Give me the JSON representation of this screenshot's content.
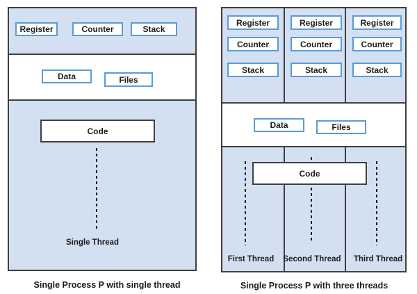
{
  "colors": {
    "fill-blue": "#d3e0f1",
    "box-border-blue": "#5b9bd5",
    "outline-dark": "#3f3f3f",
    "dash": "#141414",
    "text": "#1c1c1c"
  },
  "left": {
    "top_boxes": [
      "Register",
      "Counter",
      "Stack"
    ],
    "data_label": "Data",
    "files_label": "Files",
    "code_label": "Code",
    "thread_label": "Single Thread",
    "caption": "Single Process P with single thread"
  },
  "right": {
    "columns": [
      {
        "boxes": [
          "Register",
          "Counter",
          "Stack"
        ],
        "thread_label": "First Thread"
      },
      {
        "boxes": [
          "Register",
          "Counter",
          "Stack"
        ],
        "thread_label": "Second Thread"
      },
      {
        "boxes": [
          "Register",
          "Counter",
          "Stack"
        ],
        "thread_label": "Third Thread"
      }
    ],
    "data_label": "Data",
    "files_label": "Files",
    "code_label": "Code",
    "caption": "Single Process P with three threads"
  }
}
